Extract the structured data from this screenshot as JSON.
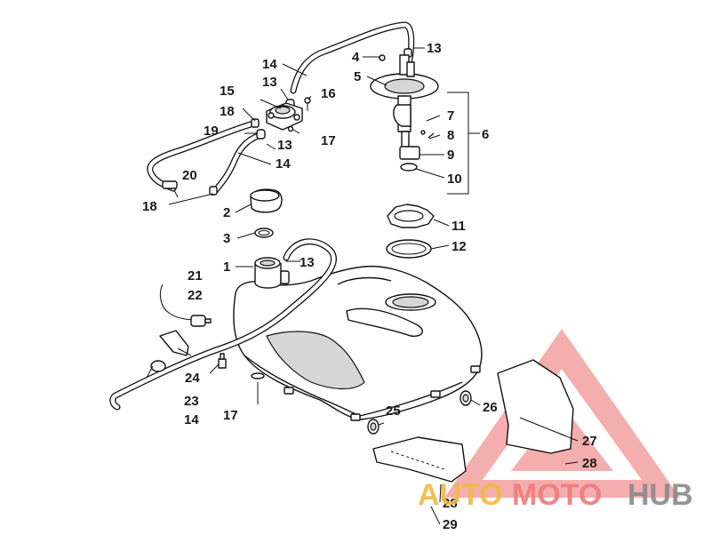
{
  "callouts": [
    {
      "id": "c1",
      "label": "1"
    },
    {
      "id": "c2",
      "label": "2"
    },
    {
      "id": "c3",
      "label": "3"
    },
    {
      "id": "c4",
      "label": "4"
    },
    {
      "id": "c5",
      "label": "5"
    },
    {
      "id": "c6",
      "label": "6"
    },
    {
      "id": "c7",
      "label": "7"
    },
    {
      "id": "c8",
      "label": "8"
    },
    {
      "id": "c9",
      "label": "9"
    },
    {
      "id": "c10",
      "label": "10"
    },
    {
      "id": "c11",
      "label": "11"
    },
    {
      "id": "c12",
      "label": "12"
    },
    {
      "id": "c13a",
      "label": "13"
    },
    {
      "id": "c13b",
      "label": "13"
    },
    {
      "id": "c13c",
      "label": "13"
    },
    {
      "id": "c13d",
      "label": "13"
    },
    {
      "id": "c14a",
      "label": "14"
    },
    {
      "id": "c14b",
      "label": "14"
    },
    {
      "id": "c14c",
      "label": "14"
    },
    {
      "id": "c15",
      "label": "15"
    },
    {
      "id": "c16",
      "label": "16"
    },
    {
      "id": "c17a",
      "label": "17"
    },
    {
      "id": "c17b",
      "label": "17"
    },
    {
      "id": "c18a",
      "label": "18"
    },
    {
      "id": "c18b",
      "label": "18"
    },
    {
      "id": "c19",
      "label": "19"
    },
    {
      "id": "c20",
      "label": "20"
    },
    {
      "id": "c21",
      "label": "21"
    },
    {
      "id": "c22",
      "label": "22"
    },
    {
      "id": "c23",
      "label": "23"
    },
    {
      "id": "c24",
      "label": "24"
    },
    {
      "id": "c25",
      "label": "25"
    },
    {
      "id": "c26",
      "label": "26"
    },
    {
      "id": "c27",
      "label": "27"
    },
    {
      "id": "c28a",
      "label": "28"
    },
    {
      "id": "c28b",
      "label": "28"
    },
    {
      "id": "c29",
      "label": "29"
    }
  ],
  "watermark": {
    "part1": "AUTO",
    "part2": "MOTO",
    "part3": "HUB",
    "colors": {
      "auto": "#f5b942",
      "moto": "#f07b7b",
      "hub": "#8a8a8a",
      "triangle": "#f08080"
    }
  }
}
